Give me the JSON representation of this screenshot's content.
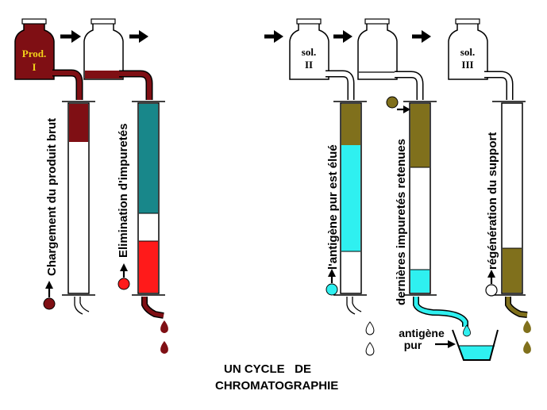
{
  "bottles": {
    "prod_label_1": "Prod.",
    "prod_label_2": "I",
    "sol2_label_1": "sol.",
    "sol2_label_2": "II",
    "sol3_label_1": "sol.",
    "sol3_label_2": "III"
  },
  "columns": {
    "col1_caption": "Chargement du produit brut",
    "col2_caption": "Elimination d'impuretés",
    "col3_caption": "l'antigène pur est élué",
    "col4_caption": "dernières impuretés retenues",
    "col5_caption": "régénération du support"
  },
  "collector": {
    "label_1": "antigène",
    "label_2": "pur"
  },
  "title": {
    "line1": "UN CYCLE   DE",
    "line2": "CHROMATOGRAPHIE"
  },
  "colors": {
    "brown_red": "#7f0f14",
    "teal": "#18878a",
    "red": "#ff1a1a",
    "cyan": "#2ff0f0",
    "olive": "#80701c"
  }
}
